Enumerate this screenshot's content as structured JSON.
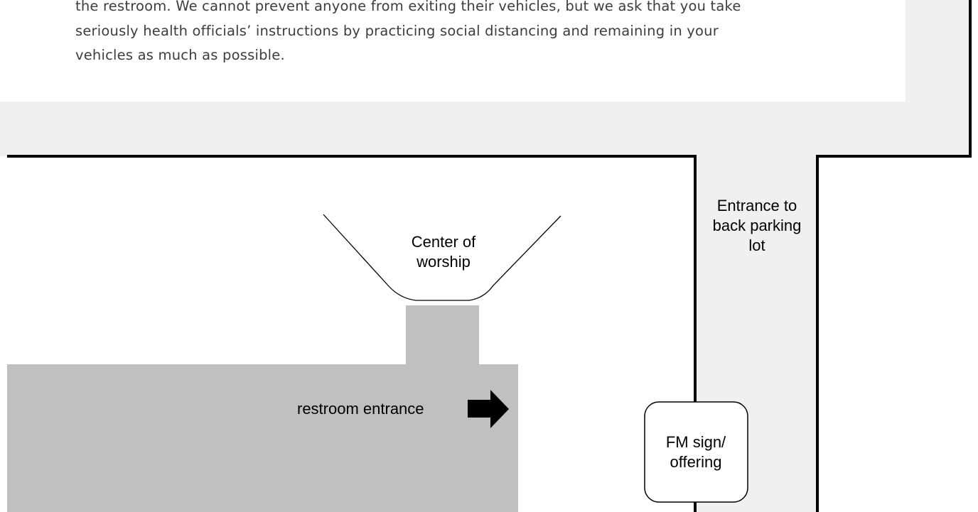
{
  "intro": {
    "lines": [
      "the restroom. We cannot prevent anyone from exiting their vehicles, but we ask that you take",
      "seriously health officials’ instructions by practicing social distancing and remaining in your",
      "vehicles as much as possible."
    ]
  },
  "map": {
    "center_label": "Center of worship",
    "back_lot_label": "Entrance to back parking lot",
    "restroom_label": "restroom entrance",
    "sign_label": "FM sign/ offering"
  },
  "colors": {
    "road": "#f0f0f0",
    "building": "#c0c0c0",
    "line": "#000000"
  }
}
